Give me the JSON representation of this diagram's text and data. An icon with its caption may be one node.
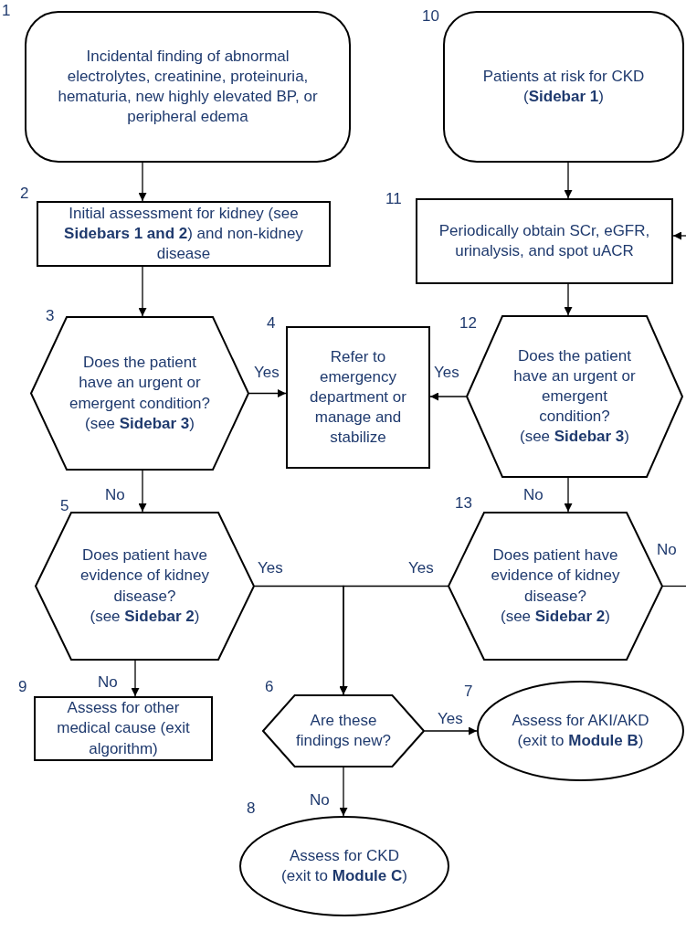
{
  "diagram": {
    "nodes": [
      {
        "text": [
          "Incidental finding of abnormal electrolytes, creatinine, proteinuria, hematuria, new highly elevated BP, or peripheral edema"
        ],
        "beside": [
          "1"
        ]
      },
      {
        "text": [
          "Initial assessment for kidney (see **Sidebars 1 and 2**) and non-kidney disease"
        ],
        "beside": [
          "2"
        ]
      },
      {
        "text": [
          "Does the patient have an urgent or emergent condition?",
          "(see **Sidebar 3**)"
        ],
        "beside": [
          "3"
        ]
      },
      {
        "text": [
          "Refer to emergency department or manage and stabilize"
        ],
        "beside": [
          "4"
        ]
      },
      {
        "text": [
          "Does patient have evidence of kidney disease?",
          "(see **Sidebar 2**)"
        ],
        "beside": [
          "5"
        ]
      },
      {
        "text": [
          "Are these findings new?"
        ],
        "beside": [
          "6"
        ]
      },
      {
        "text": [
          "Assess for AKI/AKD (exit to **Module B**)"
        ],
        "beside": [
          "7"
        ]
      },
      {
        "text": [
          "Assess for CKD (exit to **Module C**)"
        ],
        "beside": [
          "8"
        ]
      },
      {
        "text": [
          "Assess for other medical cause (exit algorithm)"
        ],
        "beside": [
          "9"
        ]
      },
      {
        "text": [
          "Patients at risk for CKD",
          "(**Sidebar 1**)"
        ],
        "beside": [
          "10"
        ]
      },
      {
        "text": [
          "Periodically obtain SCr, eGFR, urinalysis, and spot uACR"
        ],
        "beside": [
          "11"
        ]
      },
      {
        "text": [
          "Does the patient have an urgent or emergent condition?",
          "(see **Sidebar 3**)"
        ],
        "beside": [
          "12"
        ]
      },
      {
        "text": [
          "Does patient have evidence of kidney disease?",
          "(see **Sidebar 2**)"
        ],
        "beside": [
          "13"
        ]
      }
    ],
    "edges": [
      {
        "from": 0,
        "to": 1,
        "arrow": "to"
      },
      {
        "from": 1,
        "to": 2,
        "arrow": "to"
      },
      {
        "from": 2,
        "to": 3,
        "arrow": "to",
        "label": "Yes"
      },
      {
        "from": 11,
        "to": 3,
        "arrow": "to",
        "label": "Yes"
      },
      {
        "from": 2,
        "to": 4,
        "arrow": "to",
        "label": "No"
      },
      {
        "from": 4,
        "to": 5,
        "arrow": "to",
        "label": "Yes"
      },
      {
        "from": 12,
        "to": 5,
        "arrow": "to",
        "label": "Yes"
      },
      {
        "from": 4,
        "to": 8,
        "arrow": "to",
        "label": "No"
      },
      {
        "from": 5,
        "to": 6,
        "arrow": "to",
        "label": "Yes"
      },
      {
        "from": 5,
        "to": 7,
        "arrow": "to",
        "label": "No"
      },
      {
        "from": 9,
        "to": 10,
        "arrow": "to"
      },
      {
        "from": 10,
        "to": 11,
        "arrow": "to"
      },
      {
        "from": 11,
        "to": 12,
        "arrow": "to",
        "label": "No"
      },
      {
        "from": 12,
        "to": null,
        "arrow": "none",
        "label": "No"
      },
      {
        "from": null,
        "to": 10,
        "arrow": "to"
      }
    ]
  }
}
